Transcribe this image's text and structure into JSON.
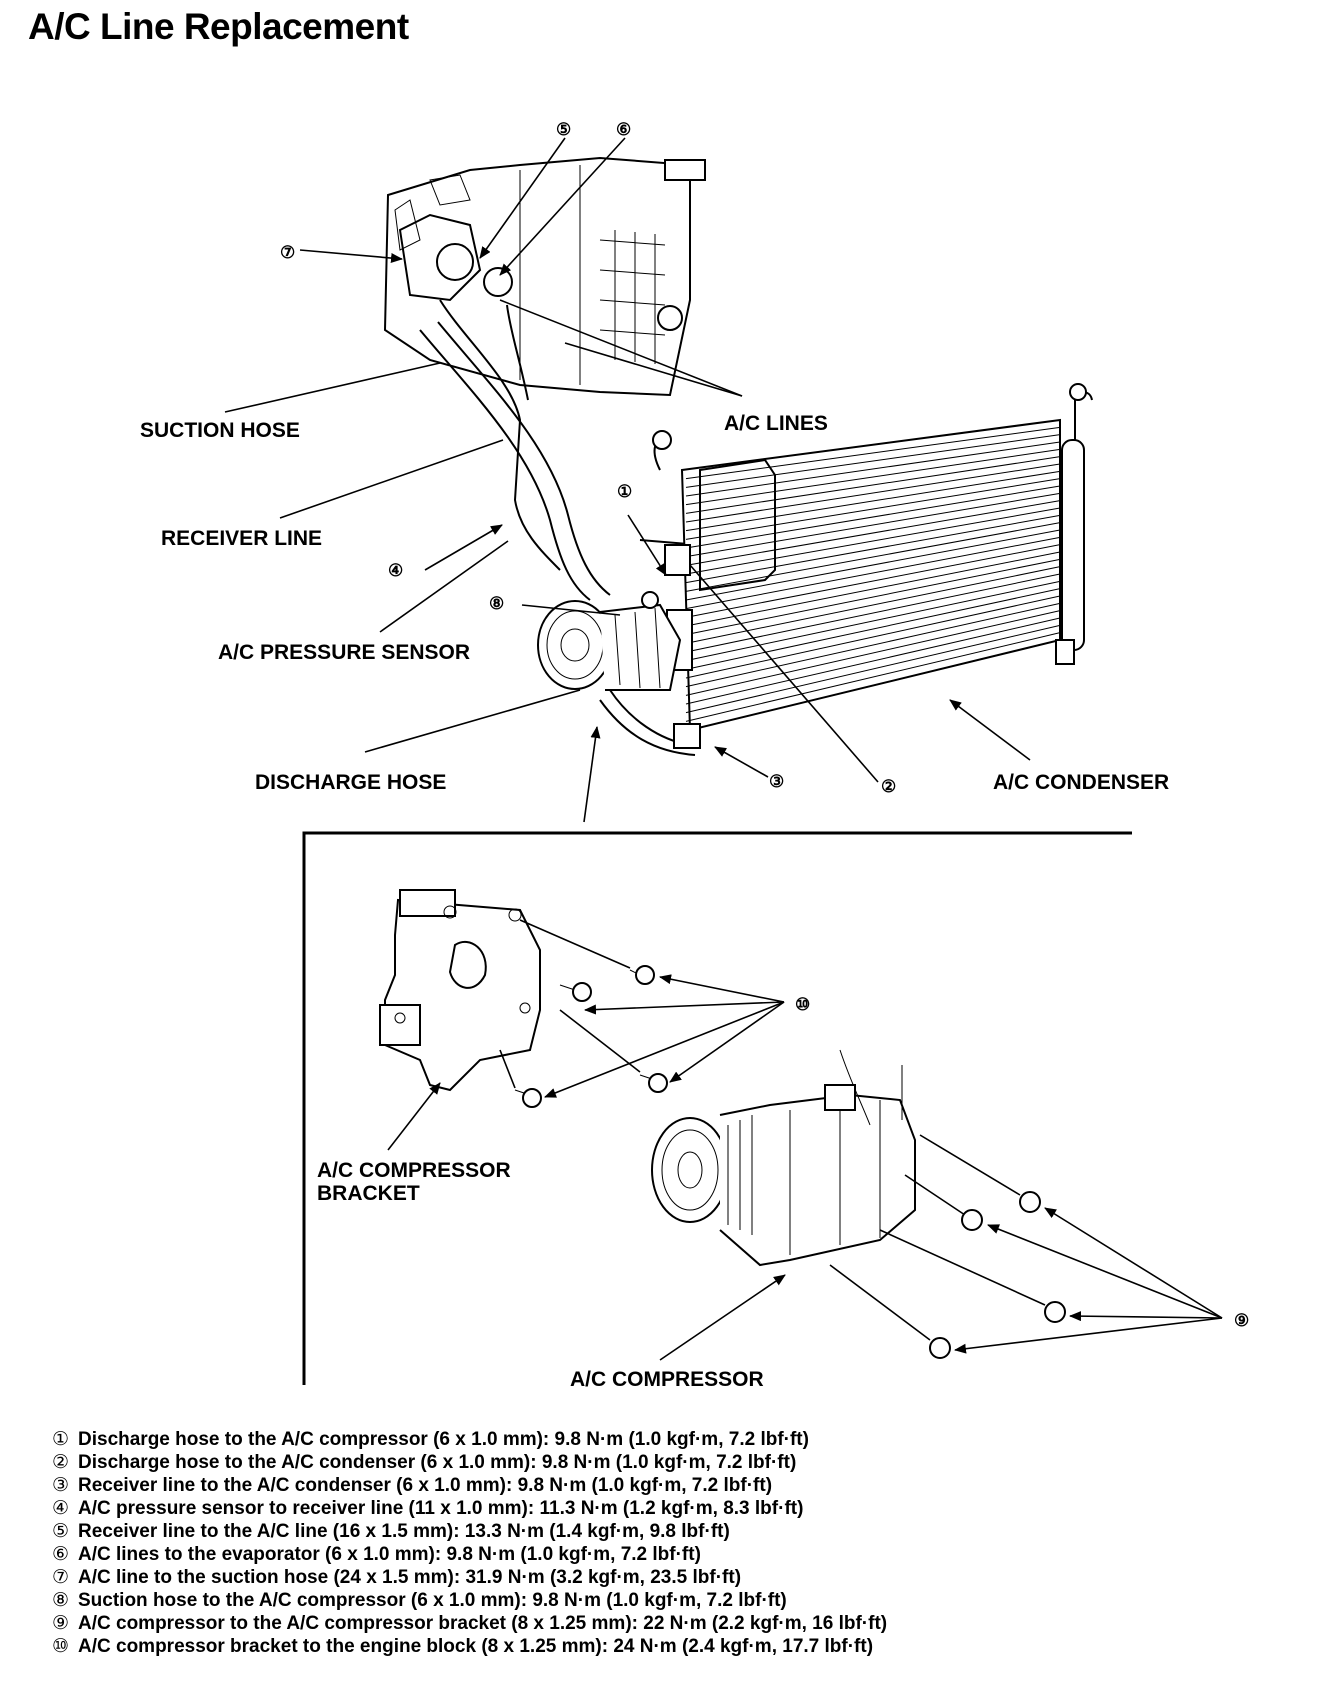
{
  "page": {
    "title": "A/C Line Replacement"
  },
  "callouts": {
    "n1": "①",
    "n2": "②",
    "n3": "③",
    "n4": "④",
    "n5": "⑤",
    "n6": "⑥",
    "n7": "⑦",
    "n8": "⑧",
    "n9": "⑨",
    "n10": "⑩"
  },
  "labels": {
    "suction_hose": "SUCTION HOSE",
    "ac_lines": "A/C LINES",
    "receiver_line": "RECEIVER LINE",
    "pressure_sensor": "A/C PRESSURE SENSOR",
    "discharge_hose": "DISCHARGE HOSE",
    "condenser": "A/C CONDENSER",
    "bracket_1": "A/C COMPRESSOR",
    "bracket_2": "BRACKET",
    "compressor": "A/C COMPRESSOR"
  },
  "specs": [
    {
      "num": "①",
      "text": "Discharge hose to the A/C compressor (6 x 1.0 mm): 9.8 N·m (1.0 kgf·m, 7.2 lbf·ft)"
    },
    {
      "num": "②",
      "text": "Discharge hose to the A/C condenser (6 x 1.0 mm): 9.8 N·m (1.0 kgf·m, 7.2 lbf·ft)"
    },
    {
      "num": "③",
      "text": "Receiver line to the A/C condenser (6 x 1.0 mm): 9.8 N·m (1.0 kgf·m, 7.2 lbf·ft)"
    },
    {
      "num": "④",
      "text": "A/C pressure sensor to receiver line (11 x 1.0 mm): 11.3 N·m (1.2 kgf·m, 8.3 lbf·ft)"
    },
    {
      "num": "⑤",
      "text": "Receiver line to the A/C line (16 x 1.5 mm): 13.3 N·m (1.4 kgf·m, 9.8 lbf·ft)"
    },
    {
      "num": "⑥",
      "text": "A/C lines to the evaporator (6 x 1.0 mm): 9.8 N·m (1.0 kgf·m, 7.2 lbf·ft)"
    },
    {
      "num": "⑦",
      "text": "A/C line to the suction hose (24 x 1.5 mm): 31.9 N·m (3.2 kgf·m, 23.5 lbf·ft)"
    },
    {
      "num": "⑧",
      "text": "Suction hose to the A/C compressor (6 x 1.0 mm): 9.8 N·m (1.0 kgf·m, 7.2 lbf·ft)"
    },
    {
      "num": "⑨",
      "text": "A/C compressor to the A/C compressor bracket (8 x 1.25 mm): 22 N·m (2.2 kgf·m, 16 lbf·ft)"
    },
    {
      "num": "⑩",
      "text": "A/C compressor bracket to the engine block (8 x 1.25 mm): 24 N·m (2.4 kgf·m, 17.7 lbf·ft)"
    }
  ]
}
